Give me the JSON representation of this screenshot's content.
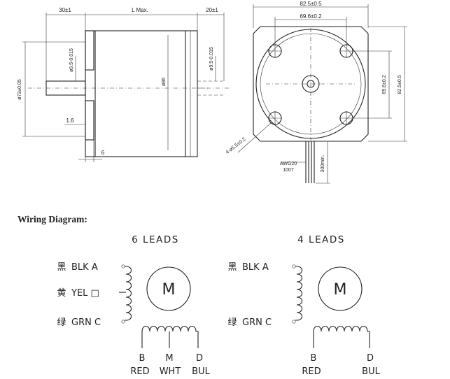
{
  "drawing": {
    "side_view": {
      "dim_front": "30±1",
      "dim_length": "L Max.",
      "dim_rear": "20±1",
      "dim_body_dia": "ø73±0.05",
      "dim_shaft_front": "ø9.5-0.015",
      "dim_body": "ø86",
      "dim_shaft_rear": "ø9.5-0.015",
      "dim_flange": "1.6",
      "dim_pilot": "6"
    },
    "front_view": {
      "dim_width_total": "82.5±0.5",
      "dim_hole_spacing_h": "69.6±0.2",
      "dim_hole_spacing_v": "69.6±0.2",
      "dim_height_total": "82.5±0.5",
      "dim_holes": "4-ø5.5±0.2",
      "dim_lead_length": "300min.",
      "cable_awg": "AWG20",
      "cable_code": "1007"
    }
  },
  "wiring": {
    "title": "Wiring Diagram:",
    "six": {
      "heading": "6 LEADS",
      "pins": [
        {
          "cn": "黑",
          "label": "BLK A"
        },
        {
          "cn": "黄",
          "label": "YEL □"
        },
        {
          "cn": "绿",
          "label": "GRN C"
        }
      ],
      "motor": "M",
      "bottom_letters": [
        "B",
        "M",
        "D"
      ],
      "bottom_colors": [
        "RED",
        "WHT",
        "BUL"
      ]
    },
    "four": {
      "heading": "4 LEADS",
      "pins": [
        {
          "cn": "黑",
          "label": "BLK A"
        },
        {
          "cn": "绿",
          "label": "GRN C"
        }
      ],
      "motor": "M",
      "bottom_letters": [
        "B",
        "D"
      ],
      "bottom_colors": [
        "RED",
        "BUL"
      ]
    }
  }
}
